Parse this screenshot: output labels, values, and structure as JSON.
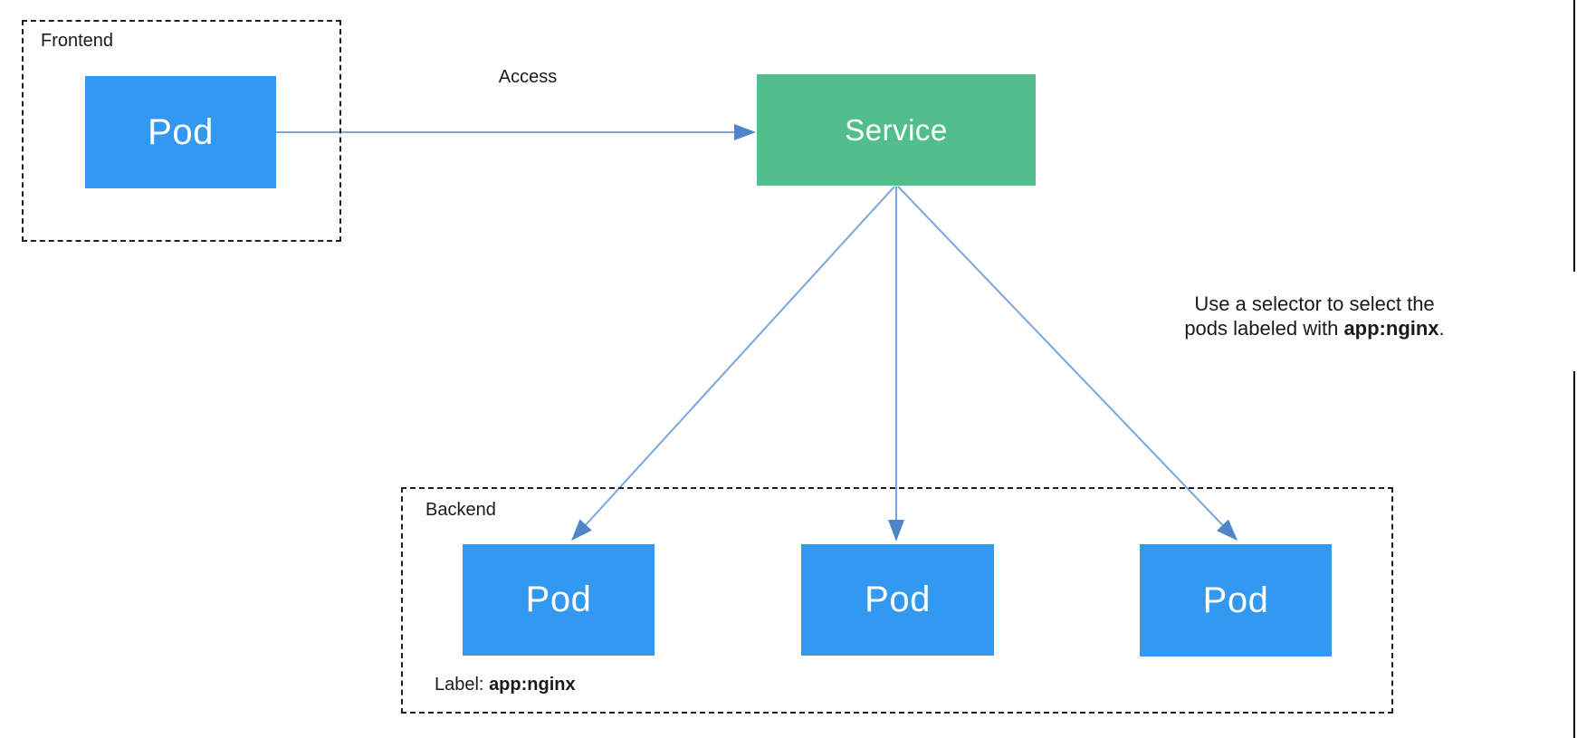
{
  "diagram": {
    "frontend": {
      "label": "Frontend",
      "pod_label": "Pod"
    },
    "access_label": "Access",
    "service": {
      "label": "Service"
    },
    "backend": {
      "label": "Backend",
      "pods": [
        "Pod",
        "Pod",
        "Pod"
      ],
      "pods_label_prefix": "Label: ",
      "pods_label_bold": "app:nginx"
    },
    "annotation": {
      "line1": "Use a selector to select the",
      "line2_prefix": "pods labeled with ",
      "line2_bold": "app:nginx",
      "line2_suffix": "."
    },
    "colors": {
      "pod_fill": "#3398f0",
      "service_fill": "#52be8e",
      "arrow_line": "#7aa6da",
      "arrow_head": "#4e86c8",
      "group_border": "#1f1f1f"
    }
  }
}
